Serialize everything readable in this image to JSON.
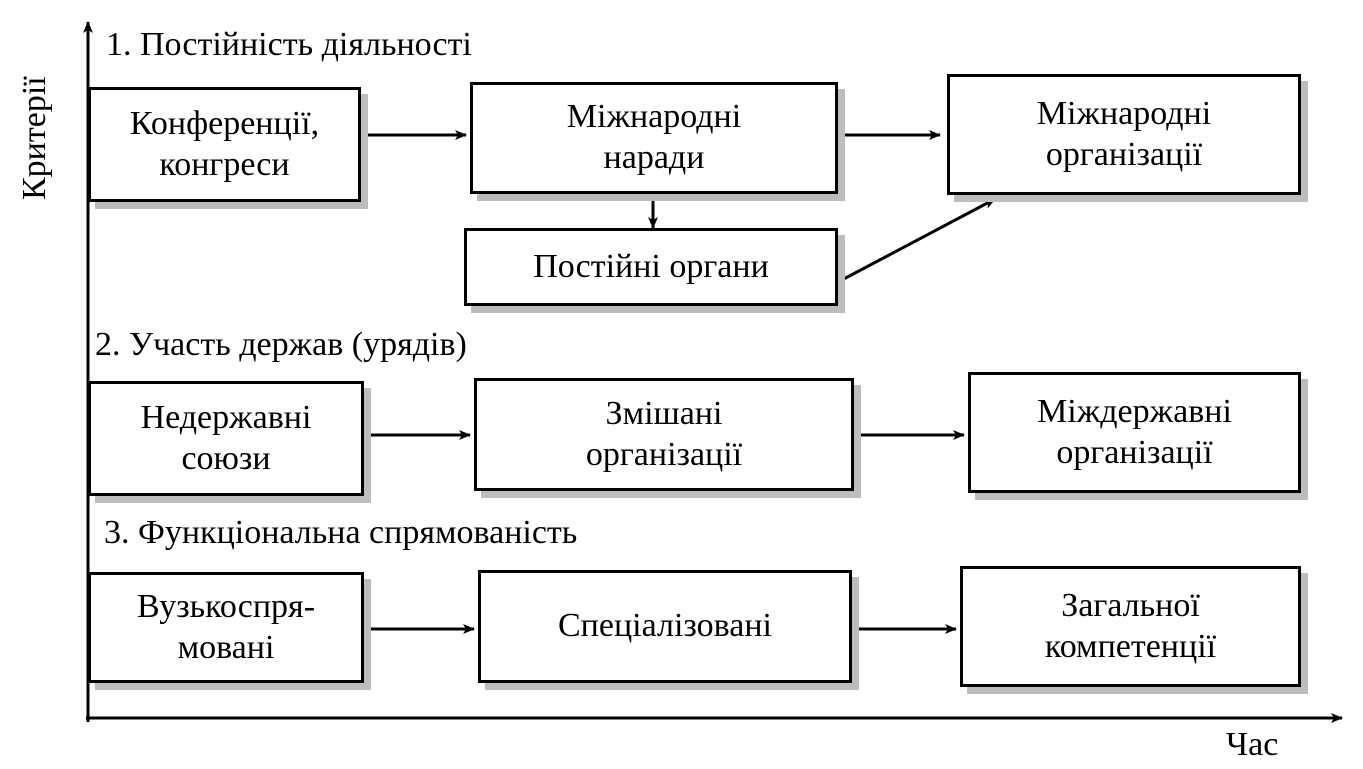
{
  "axes": {
    "y_label": "Критерії",
    "x_label": "Час"
  },
  "sections": [
    {
      "title": "1. Постійність діяльності",
      "boxes": [
        "Конференції,\nконгреси",
        "Міжнародні\nнаради",
        "Постійні органи",
        "Міжнародні\nорганізації"
      ]
    },
    {
      "title": "2. Участь держав (урядів)",
      "boxes": [
        "Недержавні\nсоюзи",
        "Змішані\nорганізації",
        "Міждержавні\nорганізації"
      ]
    },
    {
      "title": "3. Функціональна спрямованість",
      "boxes": [
        "Вузькоспря-\nмовані",
        "Спеціалізовані",
        "Загальної\nкомпетенції"
      ]
    }
  ]
}
